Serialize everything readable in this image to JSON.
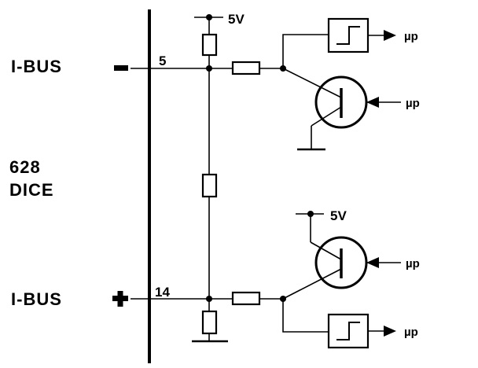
{
  "labels": {
    "ibus_top": "I-BUS",
    "ibus_bottom": "I-BUS",
    "pin_top": "5",
    "pin_bottom": "14",
    "device_line1": "628",
    "device_line2": "DICE",
    "supply_top": "5V",
    "supply_bottom": "5V",
    "mp_schmitt_top": "µp",
    "mp_transistor_top": "µp",
    "mp_transistor_bottom": "µp",
    "mp_schmitt_bottom": "µp"
  }
}
